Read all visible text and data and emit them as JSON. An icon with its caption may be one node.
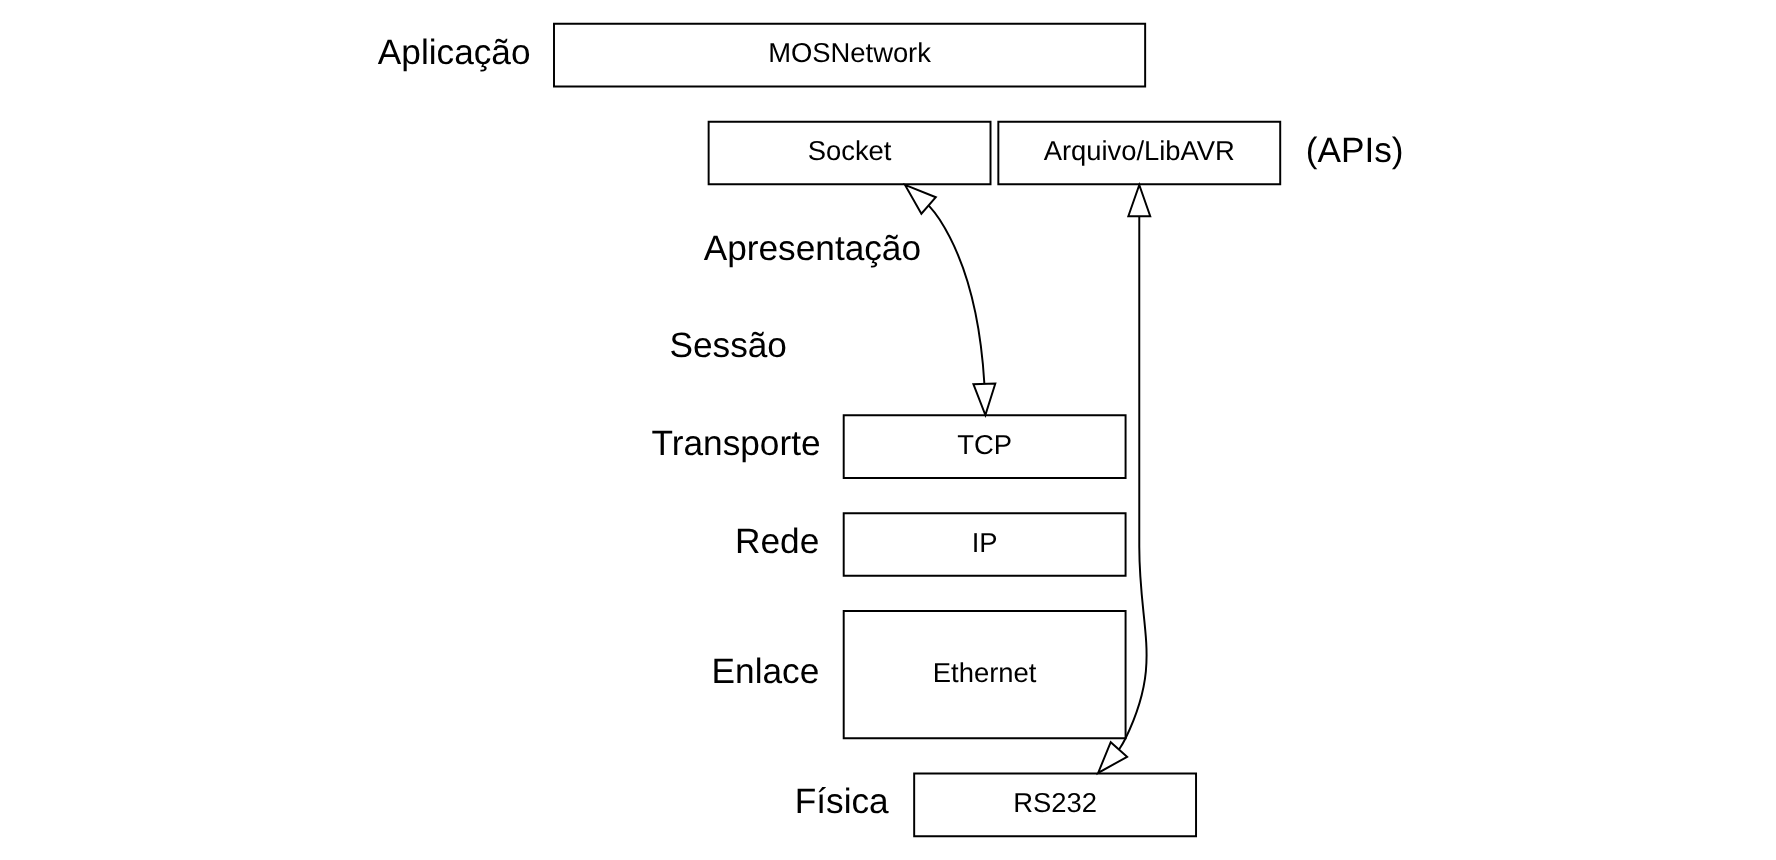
{
  "diagram": {
    "nodes": [
      {
        "text": [
          "MOSNetwork"
        ]
      },
      {
        "text": [
          "Socket"
        ]
      },
      {
        "text": [
          "Arquivo/LibAVR"
        ]
      },
      {
        "text": [
          "TCP"
        ]
      },
      {
        "text": [
          "IP"
        ]
      },
      {
        "text": [
          "Ethernet"
        ]
      },
      {
        "text": [
          "RS232"
        ]
      }
    ],
    "edges": [
      {
        "from": 1,
        "to": 3,
        "arrow": "both"
      },
      {
        "from": 2,
        "to": 6,
        "arrow": "both"
      }
    ],
    "labels": [
      "Aplicação",
      "(APIs)",
      "Apresentação",
      "Sessão",
      "Transporte",
      "Rede",
      "Enlace",
      "Física"
    ]
  }
}
